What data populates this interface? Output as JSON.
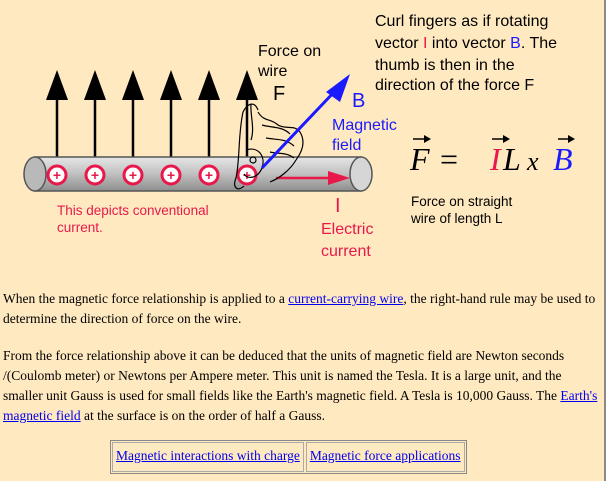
{
  "diagram": {
    "instruction_lines": [
      {
        "a": "Curl fingers as if rotating",
        "b": "",
        "c": ""
      },
      {
        "a": "vector ",
        "b": "I",
        "c": " into vector "
      },
      {
        "a": "thumb is then in the",
        "b": "",
        "c": ""
      },
      {
        "a": "direction of the force F",
        "b": "",
        "c": ""
      }
    ],
    "instruction_B": "B",
    "instruction_tail": ". The",
    "force_label_1": "Force on",
    "force_label_2": "wire",
    "force_symbol": "F",
    "B_label": "B",
    "magnetic_label_1": "Magnetic",
    "magnetic_label_2": "field",
    "I_label": "I",
    "electric_label_1": "Electric",
    "electric_label_2": "current",
    "conventional_1": "This depicts conventional",
    "conventional_2": "current.",
    "formula": {
      "F": "F",
      "eq": "=",
      "I": "I",
      "L": "L",
      "x": "x",
      "B": "B"
    },
    "force_caption_1": "Force on straight",
    "force_caption_2": "wire of length L",
    "charge_symbol": "+",
    "colors": {
      "red": "#e8194a",
      "blue": "#1a1aff",
      "background": "#ffe9c0"
    }
  },
  "text": {
    "p1_before": "When the magnetic force relationship is applied to a ",
    "p1_link": "current-carrying wire",
    "p1_after": ", the right-hand rule may be used to determine the direction of force on the wire.",
    "p2_before": "From the force relationship above it can be deduced that the units of magnetic field are Newton seconds /(Coulomb meter) or Newtons per Ampere meter. This unit is named the Tesla. It is a large unit, and the smaller unit Gauss is used for small fields like the Earth's magnetic field. A Tesla is 10,000 Gauss. The ",
    "p2_link": "Earth's magnetic field",
    "p2_after": " at the surface is on the order of half a Gauss."
  },
  "nav": {
    "link1": "Magnetic interactions with charge",
    "link2": "Magnetic force applications"
  }
}
